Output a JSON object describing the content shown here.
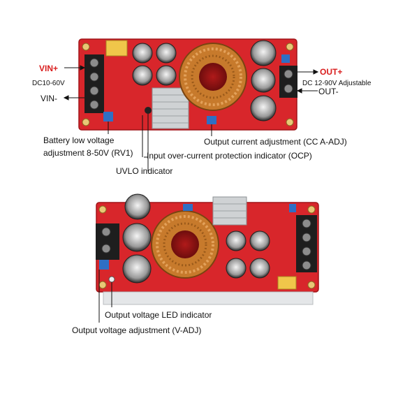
{
  "top_board": {
    "vin_plus": "VIN+",
    "vin_range": "DC10-60V",
    "vin_minus": "VIN-",
    "out_plus": "OUT+",
    "out_range": "DC 12-90V Adjustable",
    "out_minus": "OUT-",
    "battery_low_label": "Battery low voltage adjustment 8-50V (RV1)",
    "ocp_label": "Input over-current protection indicator (OCP)",
    "uvlo_label": "UVLO indicator",
    "cc_adj_label": "Output current adjustment (CC A-ADJ)"
  },
  "bottom_board": {
    "led_label": "Output voltage LED indicator",
    "vadj_label": "Output voltage adjustment (V-ADJ)"
  },
  "colors": {
    "pcb_red": "#d8262b",
    "copper": "#c77a2c",
    "label_red": "#d91e1e",
    "terminal_black": "#1e1e1e",
    "heatsink": "#cfd2d4",
    "trimmer_blue": "#2f6fc4"
  }
}
